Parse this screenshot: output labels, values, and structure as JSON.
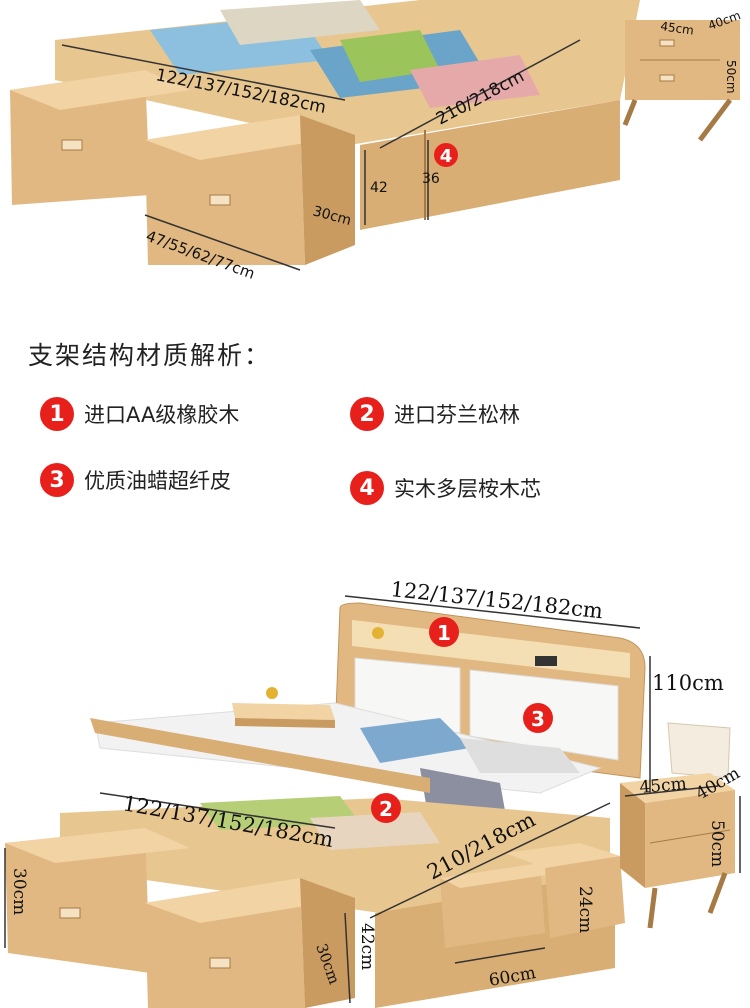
{
  "top_figure": {
    "dimensions": {
      "width": "122/137/152/182cm",
      "length": "210/218cm",
      "drawer_depth": "47/55/62/77cm",
      "drawer_height": "30cm",
      "side_h1": "42",
      "side_h2": "36",
      "nightstand_w": "45cm",
      "nightstand_d": "40cm",
      "nightstand_h": "50cm"
    },
    "marker": "4"
  },
  "section": {
    "title": "支架结构材质解析：",
    "items": [
      {
        "num": "1",
        "label": "进口AA级橡胶木"
      },
      {
        "num": "2",
        "label": "进口芬兰松林"
      },
      {
        "num": "3",
        "label": "优质油蜡超纤皮"
      },
      {
        "num": "4",
        "label": "实木多层桉木芯"
      }
    ]
  },
  "bottom_figure": {
    "dimensions": {
      "headboard_width": "122/137/152/182cm",
      "height": "110cm",
      "width": "122/137/152/182cm",
      "length": "210/218cm",
      "drawer_height": "30cm",
      "drawer_depth": "30cm",
      "side_height": "42cm",
      "drawer2_width": "60cm",
      "drawer2_height": "24cm",
      "nightstand_w": "45cm",
      "nightstand_d": "40cm",
      "nightstand_h": "50cm"
    },
    "markers": [
      "1",
      "2",
      "3"
    ]
  },
  "colors": {
    "wood": "#d9ae74",
    "wood_dark": "#b9874f",
    "marker_red": "#e8201c",
    "mattress": "#f2f2f2",
    "pillow_blue": "#7ea9cf"
  }
}
